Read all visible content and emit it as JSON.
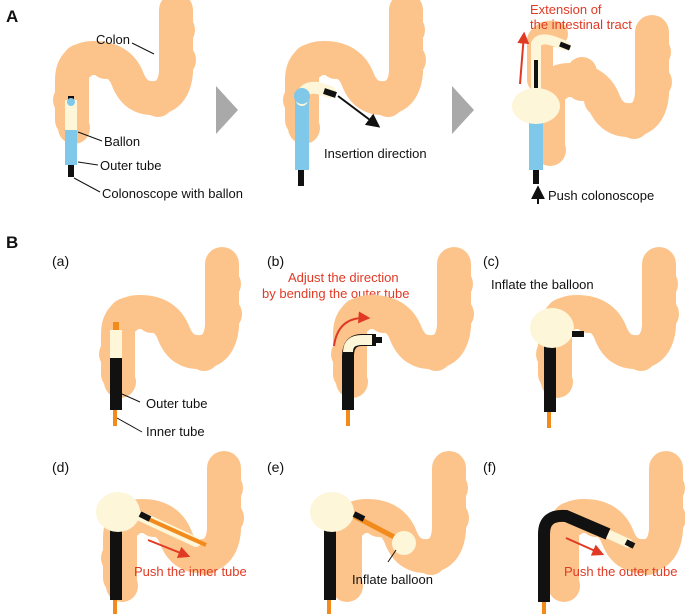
{
  "panel_a": {
    "letter": "A",
    "stage1": {
      "colon": "Colon",
      "ballon": "Ballon",
      "outer_tube": "Outer tube",
      "colonoscope": "Colonoscope with ballon"
    },
    "stage2": {
      "insertion": "Insertion direction"
    },
    "stage3": {
      "extension_line1": "Extension of",
      "extension_line2": "the intestinal tract",
      "push": "Push colonoscope"
    }
  },
  "panel_b": {
    "letter": "B",
    "a": {
      "tag": "(a)",
      "outer_tube": "Outer tube",
      "inner_tube": "Inner tube"
    },
    "b": {
      "tag": "(b)",
      "line1": "Adjust the direction",
      "line2": "by bending the outer tube"
    },
    "c": {
      "tag": "(c)",
      "label": "Inflate the balloon"
    },
    "d": {
      "tag": "(d)",
      "label": "Push the inner tube"
    },
    "e": {
      "tag": "(e)",
      "label": "Inflate balloon"
    },
    "f": {
      "tag": "(f)",
      "label": "Push the outer tube"
    }
  },
  "colors": {
    "colon": "#fcc48b",
    "outer_tube_a": "#7fc8ea",
    "balloon": "#fdf6d8",
    "scope": "#111111",
    "inner_tube": "#f28a1c",
    "annotation_red": "#e03a24",
    "chevron": "#a9a9a9"
  }
}
